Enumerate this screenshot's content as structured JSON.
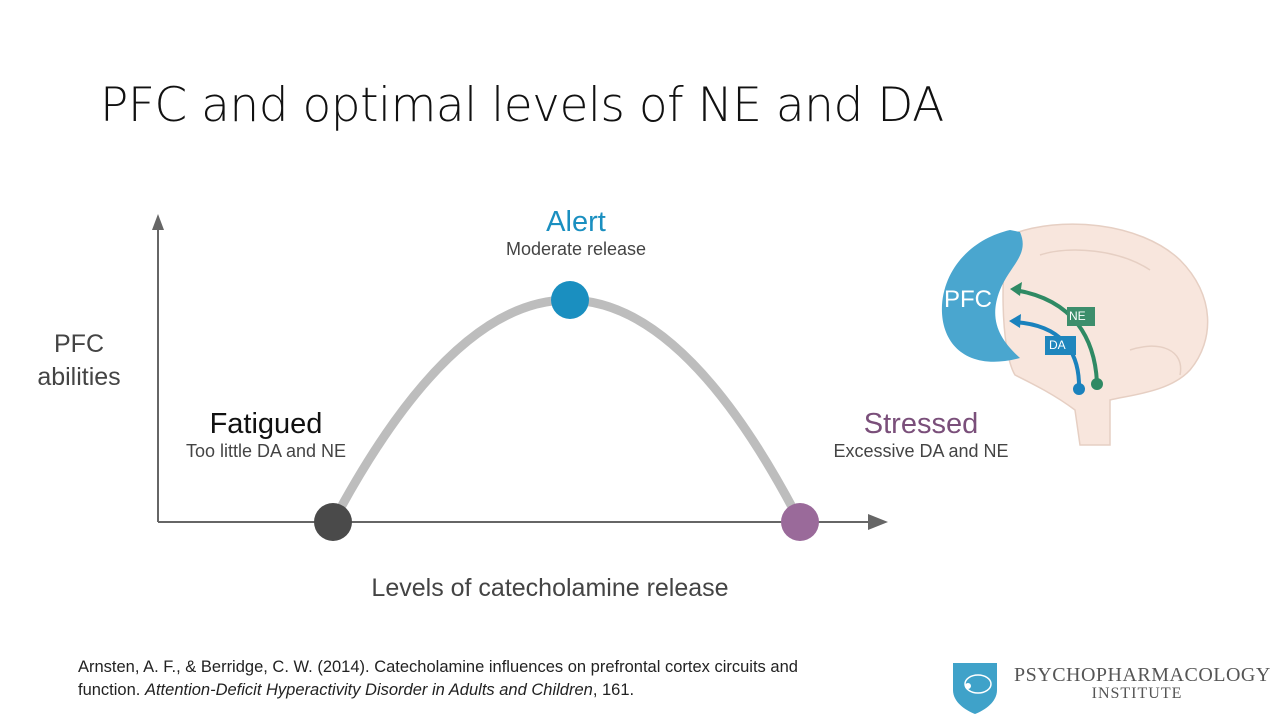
{
  "title": "PFC and optimal levels of NE and DA",
  "diagram": {
    "y_axis_label_line1": "PFC",
    "y_axis_label_line2": "abilities",
    "x_axis_label": "Levels of catecholamine release",
    "states": [
      {
        "name": "Fatigued",
        "desc": "Too little DA and NE",
        "color": "#111111",
        "dot_color": "#4a4a4a"
      },
      {
        "name": "Alert",
        "desc": "Moderate release",
        "color": "#1a8fc0",
        "dot_color": "#1a8fc0"
      },
      {
        "name": "Stressed",
        "desc": "Excessive DA and NE",
        "color": "#7a4f7a",
        "dot_color": "#9a6a9a"
      }
    ],
    "curve_color": "#bdbdbd"
  },
  "brain": {
    "region_label": "PFC",
    "ne_label": "NE",
    "da_label": "DA",
    "pfc_color": "#4aa6cf",
    "ne_color": "#2f8a64",
    "da_color": "#1a82bd"
  },
  "citation": {
    "authors": "Arnsten, A. F., & Berridge, C. W. (2014). Catecholamine influences on prefrontal cortex circuits and",
    "line2_start": "function. ",
    "source": "Attention-Deficit Hyperactivity Disorder in Adults and Children",
    "line2_end": ", 161."
  },
  "logo": {
    "line1": "PSYCHOPHARMACOLOGY",
    "line2": "INSTITUTE"
  }
}
